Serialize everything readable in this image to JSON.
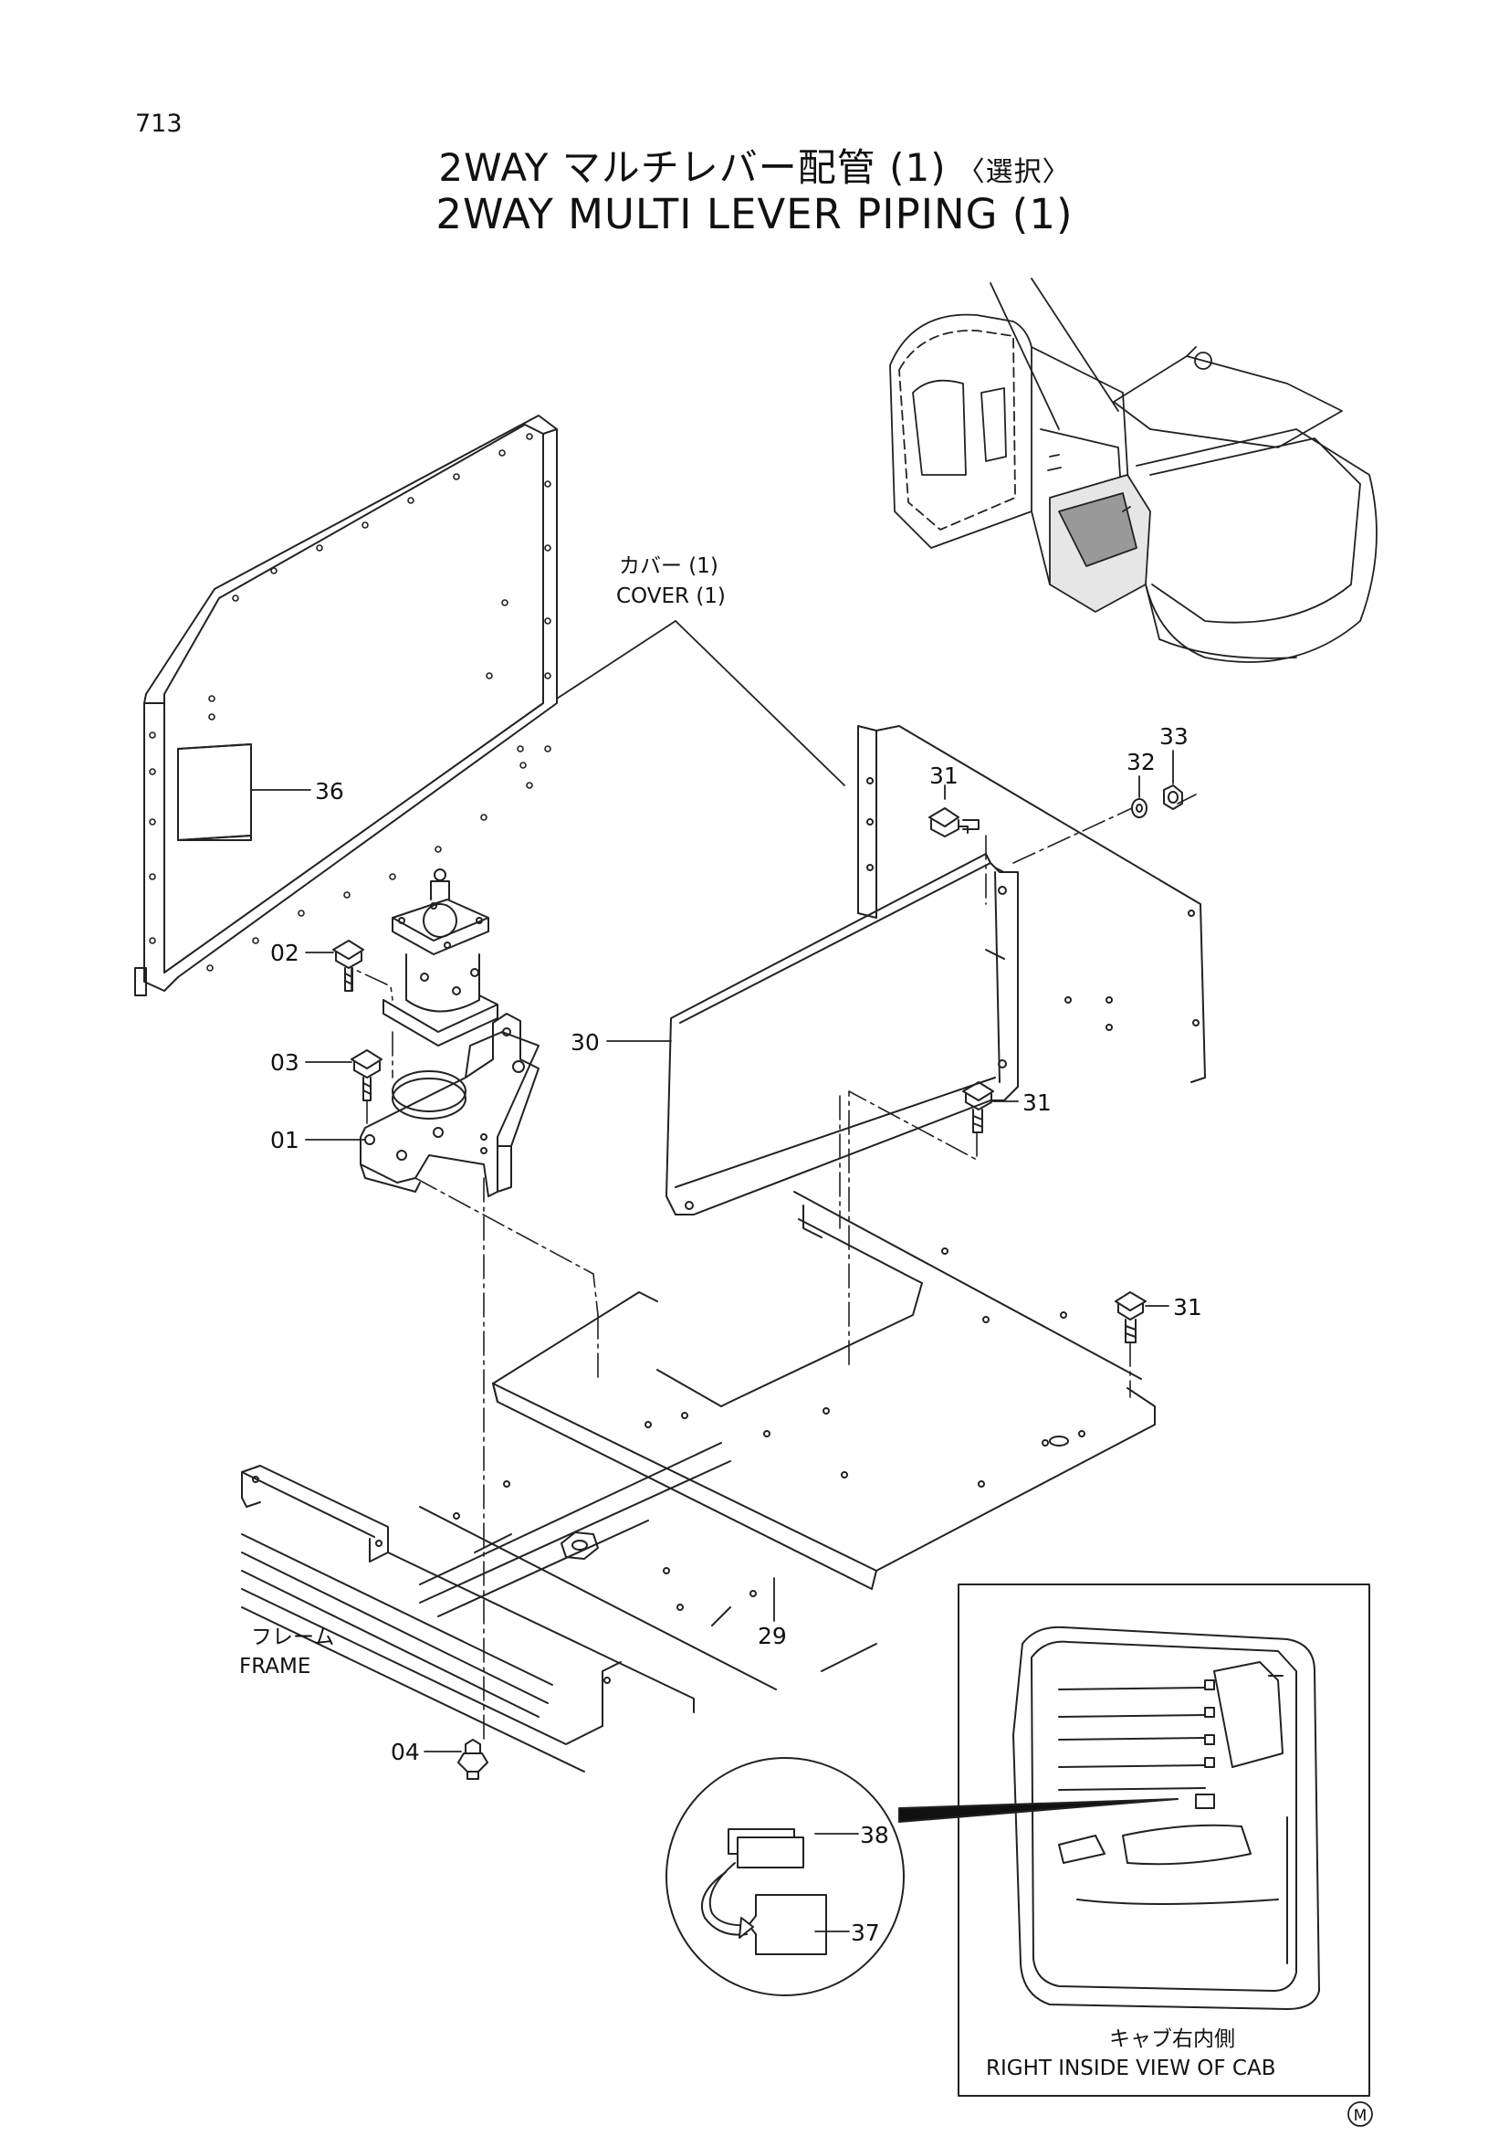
{
  "page": {
    "number": "713"
  },
  "title": {
    "jp": "2WAY マルチレバー配管 (1)",
    "jp_suffix": "〈選択〉",
    "en": "2WAY MULTI LEVER PIPING (1)"
  },
  "labels": {
    "cover_jp": "カバー (1)",
    "cover_en": "COVER (1)",
    "frame_jp": "フレーム",
    "frame_en": "FRAME",
    "cab_jp": "キャブ右内側",
    "cab_en": "RIGHT INSIDE VIEW OF CAB",
    "mark": "M"
  },
  "part_numbers": {
    "p01": "01",
    "p02": "02",
    "p03": "03",
    "p04": "04",
    "p29": "29",
    "p30": "30",
    "p31a": "31",
    "p31b": "31",
    "p31c": "31",
    "p32": "32",
    "p33": "33",
    "p36": "36",
    "p37": "37",
    "p38": "38"
  },
  "colors": {
    "line": "#222222",
    "background": "#ffffff"
  }
}
